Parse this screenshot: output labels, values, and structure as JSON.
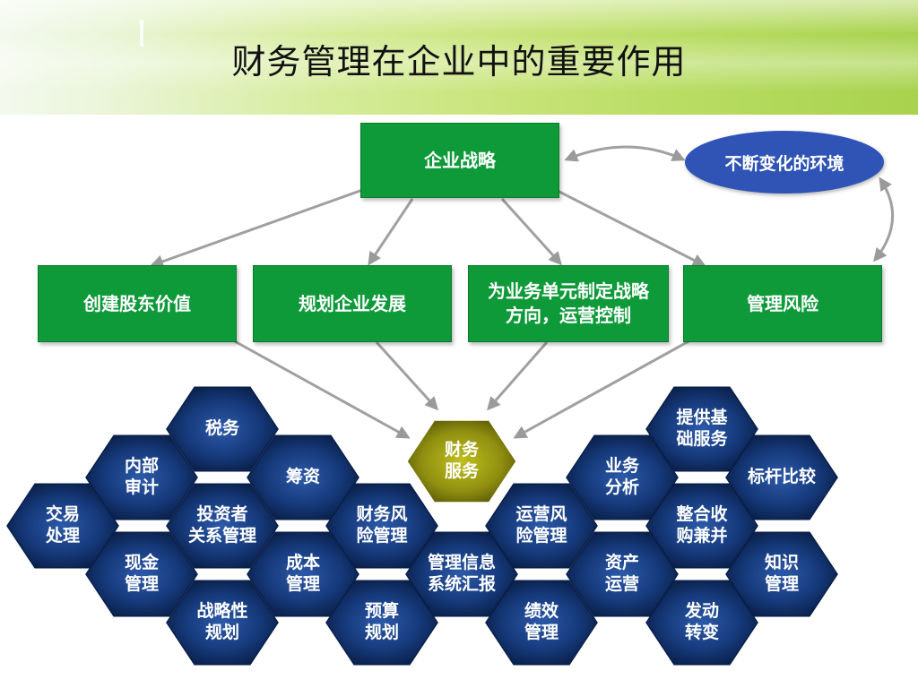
{
  "title": "财务管理在企业中的重要作用",
  "strategy": "企业战略",
  "environment": "不断变化的环境",
  "pillars": [
    "创建股东价值",
    "规划企业发展",
    "为业务单元制定战略\n方向，运营控制",
    "管理风险"
  ],
  "center": "财务\n服务",
  "hexes": {
    "shuiwu": "税务",
    "neibu": "内部\n审计",
    "chouzi": "筹资",
    "jiaoyi": "交易\n处理",
    "touzizhe": "投资者\n关系管理",
    "caiwufengxian": "财务风\n险管理",
    "xianjin": "现金\n管理",
    "chengben": "成本\n管理",
    "zhanlue": "战略性\n规划",
    "yusuan": "预算\n规划",
    "xinxi": "管理信息\n系统汇报",
    "yunyingfengxian": "运营风\n险管理",
    "yewu": "业务\n分析",
    "tigong": "提供基\n础服务",
    "biaogan": "标杆比较",
    "zhenghe": "整合收\n购兼并",
    "zichan": "资产\n运营",
    "zhishi": "知识\n管理",
    "jixiao": "绩效\n管理",
    "fadong": "发动\n转变"
  }
}
